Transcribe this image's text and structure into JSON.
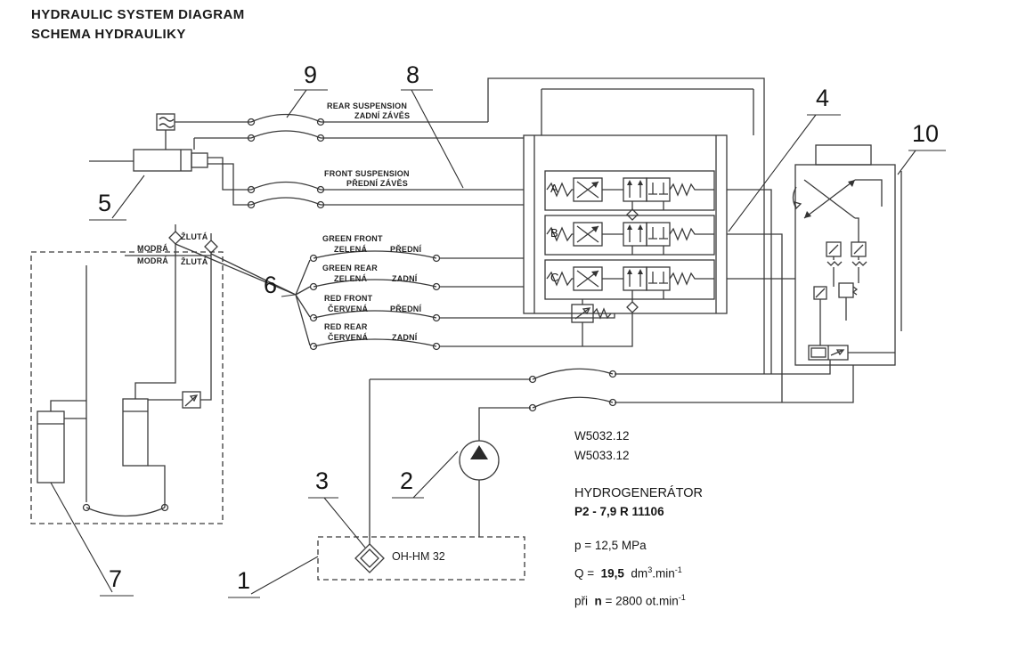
{
  "title": {
    "line1": "HYDRAULIC SYSTEM DIAGRAM",
    "line2": "SCHEMA HYDRAULIKY"
  },
  "callouts": {
    "c1": "1",
    "c2": "2",
    "c3": "3",
    "c4": "4",
    "c5": "5",
    "c6": "6",
    "c7": "7",
    "c8": "8",
    "c9": "9",
    "c10": "10"
  },
  "lines": {
    "rear": {
      "en": "REAR SUSPENSION",
      "cz": "ZADNÍ ZÁVĚS"
    },
    "front": {
      "en": "FRONT SUSPENSION",
      "cz": "PŘEDNÍ ZÁVĚS"
    },
    "green_front": {
      "en": "GREEN FRONT",
      "cz": "ZELENÁ",
      "pos": "PŘEDNÍ"
    },
    "green_rear": {
      "en": "GREEN REAR",
      "cz": "ZELENÁ",
      "pos": "ZADNÍ"
    },
    "red_front": {
      "en": "RED FRONT",
      "cz": "ČERVENÁ",
      "pos": "PŘEDNÍ"
    },
    "red_rear": {
      "en": "RED REAR",
      "cz": "ČERVENÁ",
      "pos": "ZADNÍ"
    }
  },
  "color_tags": {
    "zluta_top": "ŽLUTÁ",
    "modra_top": "MODRÁ",
    "modra_bottom": "MODRÁ",
    "zluta_bottom": "ŽLUTÁ"
  },
  "valves": {
    "a": "A",
    "b": "B",
    "c": "C"
  },
  "filter_label": "OH-HM 32",
  "specs": {
    "code1": "W5032.12",
    "code2": "W5033.12",
    "hydrogenerator": "HYDROGENERÁTOR",
    "model": "P2 - 7,9 R 11106",
    "pressure": "p = 12,5 MPa",
    "flow": {
      "prefix": "Q =  ",
      "value": "19,5",
      "unit1": "  dm",
      "sup1": "3",
      "unit2": ".min",
      "sup2": "-1"
    },
    "speed": {
      "prefix": "při  ",
      "n": "n",
      "rest": " = 2800 ot.min",
      "sup": "-1"
    }
  },
  "line_color": "#3a3a3a"
}
